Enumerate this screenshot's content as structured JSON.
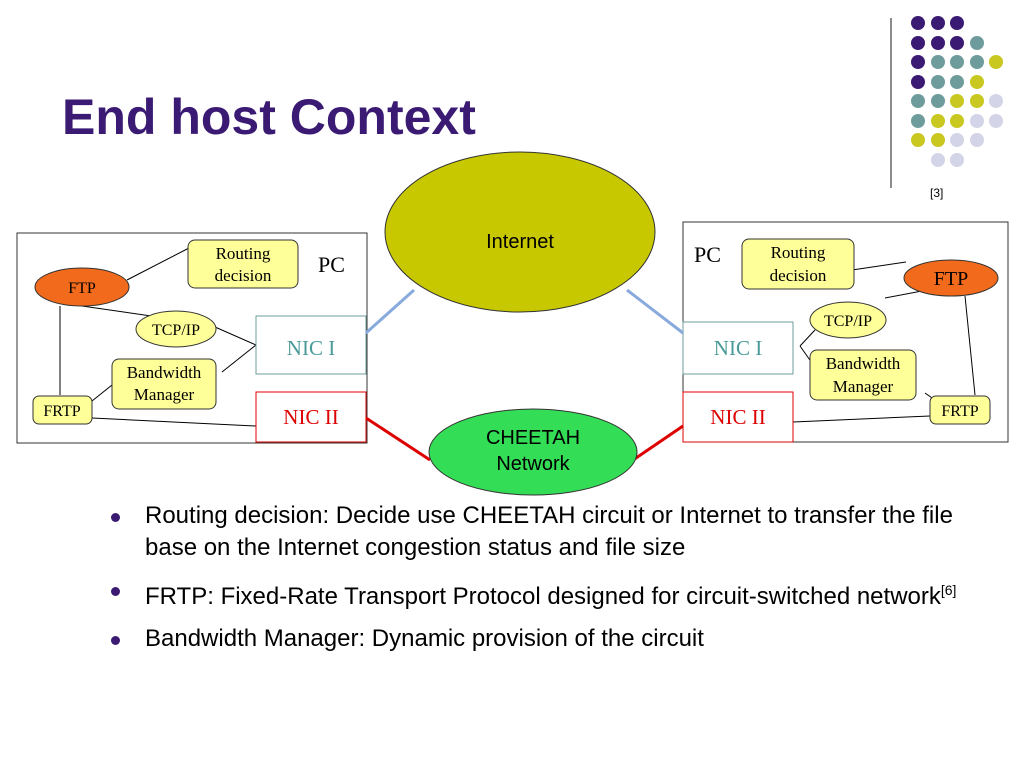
{
  "slide": {
    "title": "End host Context",
    "citation": "[3]"
  },
  "decoration": {
    "dot_colors": {
      "purple": "#3b1a73",
      "teal": "#6e9c9c",
      "yellow": "#c8c820",
      "lavender": "#d4d4e8"
    }
  },
  "diagram": {
    "internet_label": "Internet",
    "cheetah_label_line1": "CHEETAH",
    "cheetah_label_line2": "Network",
    "left_pc": {
      "pc_label": "PC",
      "routing_line1": "Routing",
      "routing_line2": "decision",
      "ftp": "FTP",
      "tcpip": "TCP/IP",
      "bandwidth_line1": "Bandwidth",
      "bandwidth_line2": "Manager",
      "frtp": "FRTP",
      "nic1": "NIC I",
      "nic2": "NIC II"
    },
    "right_pc": {
      "pc_label": "PC",
      "routing_line1": "Routing",
      "routing_line2": "decision",
      "ftp": "FTP",
      "tcpip": "TCP/IP",
      "bandwidth_line1": "Bandwidth",
      "bandwidth_line2": "Manager",
      "frtp": "FRTP",
      "nic1": "NIC I",
      "nic2": "NIC II"
    },
    "colors": {
      "ftp_fill": "#f26a1b",
      "box_fill": "#ffff99",
      "internet_fill": "#c8c800",
      "cheetah_fill": "#33dd55",
      "nic1_text": "#4a9a9a",
      "nic2_text": "#dd0000",
      "internet_link": "#88aadd",
      "cheetah_link": "#dd0000"
    }
  },
  "bullets": [
    {
      "text": "Routing decision: Decide use CHEETAH circuit or Internet to transfer the file base on the Internet congestion status and file size"
    },
    {
      "text": "FRTP: Fixed-Rate Transport Protocol designed for circuit-switched network",
      "ref": "[6]"
    },
    {
      "text": "Bandwidth Manager: Dynamic provision of the circuit"
    }
  ]
}
